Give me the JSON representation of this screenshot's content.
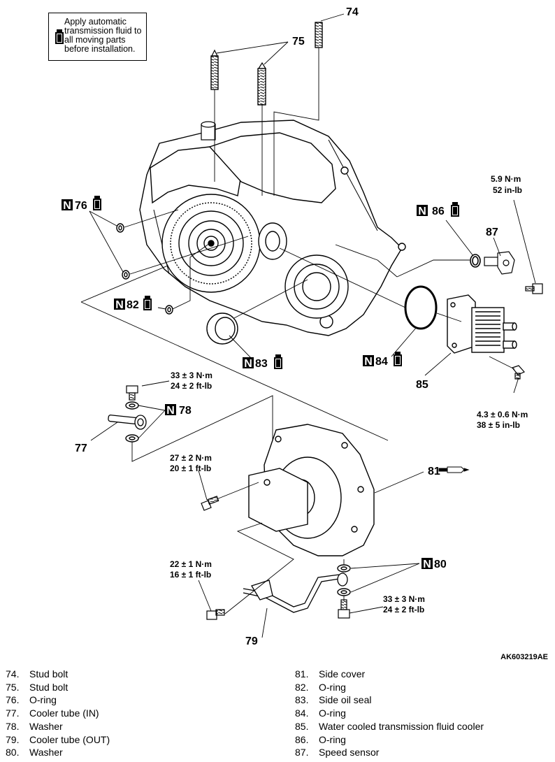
{
  "note": {
    "text": "Apply automatic transmission fluid to all moving parts before installation."
  },
  "diagram_code": "AK603219AE",
  "callouts": {
    "c74": "74",
    "c75": "75",
    "c76": "76",
    "c77": "77",
    "c78": "78",
    "c79": "79",
    "c80": "80",
    "c81": "81",
    "c82": "82",
    "c83": "83",
    "c84": "84",
    "c85": "85",
    "c86": "86",
    "c87": "87"
  },
  "reuse_mark": "N",
  "torques": {
    "t87_nm": "5.9 N·m",
    "t87_in": "52 in-lb",
    "t77_nm": "33 ± 3 N·m",
    "t77_ft": "24 ± 2 ft-lb",
    "t81_nm": "27 ± 2 N·m",
    "t81_ft": "20 ± 1 ft-lb",
    "t85_nm": "4.3 ± 0.6 N·m",
    "t85_in": "38 ± 5 in-lb",
    "t79a_nm": "22 ± 1 N·m",
    "t79a_ft": "16 ± 1 ft-lb",
    "t79b_nm": "33 ± 3 N·m",
    "t79b_ft": "24 ± 2 ft-lb"
  },
  "legend_left": [
    {
      "n": "74.",
      "label": "Stud bolt"
    },
    {
      "n": "75.",
      "label": "Stud bolt"
    },
    {
      "n": "76.",
      "label": "O-ring"
    },
    {
      "n": "77.",
      "label": "Cooler tube (IN)"
    },
    {
      "n": "78.",
      "label": "Washer"
    },
    {
      "n": "79.",
      "label": "Cooler tube (OUT)"
    },
    {
      "n": "80.",
      "label": "Washer"
    }
  ],
  "legend_right": [
    {
      "n": "81.",
      "label": "Side cover"
    },
    {
      "n": "82.",
      "label": "O-ring"
    },
    {
      "n": "83.",
      "label": "Side oil seal"
    },
    {
      "n": "84.",
      "label": "O-ring"
    },
    {
      "n": "85.",
      "label": "Water cooled transmission fluid cooler"
    },
    {
      "n": "86.",
      "label": "O-ring"
    },
    {
      "n": "87.",
      "label": "Speed sensor"
    }
  ]
}
